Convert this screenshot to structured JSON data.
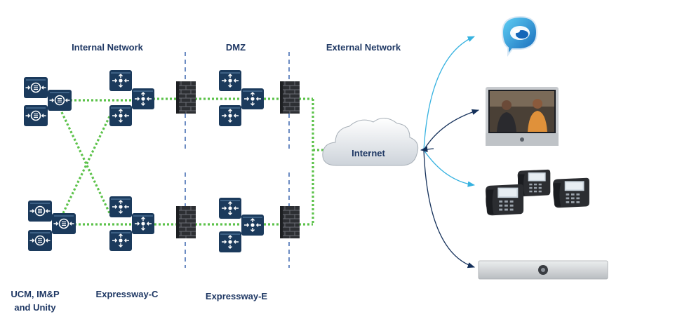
{
  "zones": {
    "internal": "Internal Network",
    "dmz": "DMZ",
    "external": "External Network"
  },
  "cloud_label": "Internet",
  "groups": {
    "ucm": [
      "UCM, IM&P",
      "and Unity"
    ],
    "expc": "Expressway-C",
    "expe": "Expressway-E"
  },
  "colors": {
    "label": "#1f3864",
    "device": "#1b3a5c",
    "link": "#5cc24a",
    "zone_divider": "#2e5aa8",
    "arrow_dark": "#14305a",
    "arrow_light": "#36b2e0"
  },
  "icons": {
    "router": "cisco-router-icon",
    "expressway": "expressway-server-icon",
    "firewall": "firewall-icon",
    "cloud": "cloud-icon",
    "webex": "webex-app-icon",
    "video_device": "desk-video-device-icon",
    "ip_phone": "ip-phone-icon",
    "room_bar": "room-bar-icon"
  }
}
